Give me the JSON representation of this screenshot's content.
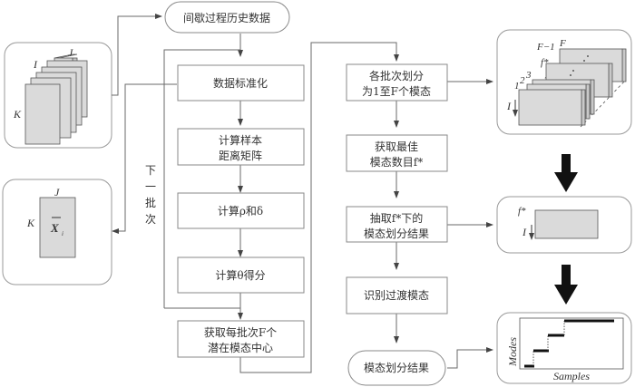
{
  "flow": {
    "start": "间歇过程历史数据",
    "step_standardize": "数据标准化",
    "step_distance": [
      "计算样本",
      "距离矩阵"
    ],
    "step_rho_delta": "计算ρ和δ",
    "step_theta": "计算θ得分",
    "step_centers": [
      "获取每批次F个",
      "潜在模态中心"
    ],
    "step_partition": [
      "各批次划分",
      "为1至F个模态"
    ],
    "step_best": [
      "获取最佳",
      "模态数目f*"
    ],
    "step_extract": [
      "抽取f*下的",
      "模态划分结果"
    ],
    "step_transition": "识别过渡模态",
    "end": "模态划分结果",
    "loop_label": [
      "下",
      "一",
      "批",
      "次"
    ]
  },
  "panels": {
    "data_cube": {
      "K": "K",
      "I": "I",
      "J": "J"
    },
    "batch_matrix": {
      "K": "K",
      "J": "J",
      "symbol": "X",
      "subscript": "i"
    },
    "mode_stack": {
      "labels": [
        "1",
        "2",
        "3",
        "f*",
        "F−1",
        "F"
      ],
      "I": "I"
    },
    "selected_mode": {
      "f": "f*",
      "I": "I"
    },
    "result_plot": {
      "ylabel": "Modes",
      "xlabel": "Samples"
    }
  }
}
